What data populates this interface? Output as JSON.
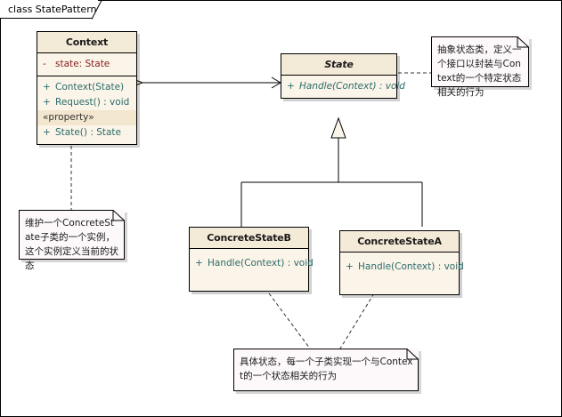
{
  "diagram": {
    "title": "class StatePattern",
    "colors": {
      "class_fill": "#f7efe0",
      "class_header_fill": "#f4ead8",
      "note_fill": "#fdf9fb",
      "border": "#000000",
      "member_text": "#2b6b6b",
      "attribute_text": "#8a2020",
      "canvas": "#ffffff"
    }
  },
  "classes": {
    "context": {
      "name": "Context",
      "abstract": false,
      "attributes": [
        {
          "visibility": "-",
          "text": "state:  State"
        }
      ],
      "operations": [
        {
          "visibility": "+",
          "text": "Context(State)"
        },
        {
          "visibility": "+",
          "text": "Request() : void"
        }
      ],
      "stereotype": "«property»",
      "properties": [
        {
          "visibility": "+",
          "text": "State() : State"
        }
      ]
    },
    "state": {
      "name": "State",
      "abstract": true,
      "operations": [
        {
          "visibility": "+",
          "text": "Handle(Context) : void"
        }
      ]
    },
    "concrete_state_b": {
      "name": "ConcreteStateB",
      "abstract": false,
      "operations": [
        {
          "visibility": "+",
          "text": "Handle(Context) : void"
        }
      ]
    },
    "concrete_state_a": {
      "name": "ConcreteStateA",
      "abstract": false,
      "operations": [
        {
          "visibility": "+",
          "text": "Handle(Context) : void"
        }
      ]
    }
  },
  "notes": {
    "context_note": {
      "text": "维护一个ConcreteState子类的一个实例，这个实例定义当前的状态"
    },
    "state_note": {
      "text": "抽象状态类，定义一个接口以封装与Context的一个特定状态相关的行为"
    },
    "concrete_note": {
      "text": "具体状态，每一个子类实现一个与Context的一个状态相关的行为"
    }
  },
  "relationships": [
    {
      "name": "context-aggregates-state",
      "type": "aggregation",
      "from": "Context",
      "to": "State"
    },
    {
      "name": "concrete-state-b-generalizes-state",
      "type": "generalization",
      "from": "ConcreteStateB",
      "to": "State"
    },
    {
      "name": "concrete-state-a-generalizes-state",
      "type": "generalization",
      "from": "ConcreteStateA",
      "to": "State"
    },
    {
      "name": "context-note-link",
      "type": "note-anchor",
      "from": "Context",
      "to": "context_note"
    },
    {
      "name": "state-note-link",
      "type": "note-anchor",
      "from": "State",
      "to": "state_note"
    },
    {
      "name": "concrete-state-b-note-link",
      "type": "note-anchor",
      "from": "ConcreteStateB",
      "to": "concrete_note"
    },
    {
      "name": "concrete-state-a-note-link",
      "type": "note-anchor",
      "from": "ConcreteStateA",
      "to": "concrete_note"
    }
  ]
}
